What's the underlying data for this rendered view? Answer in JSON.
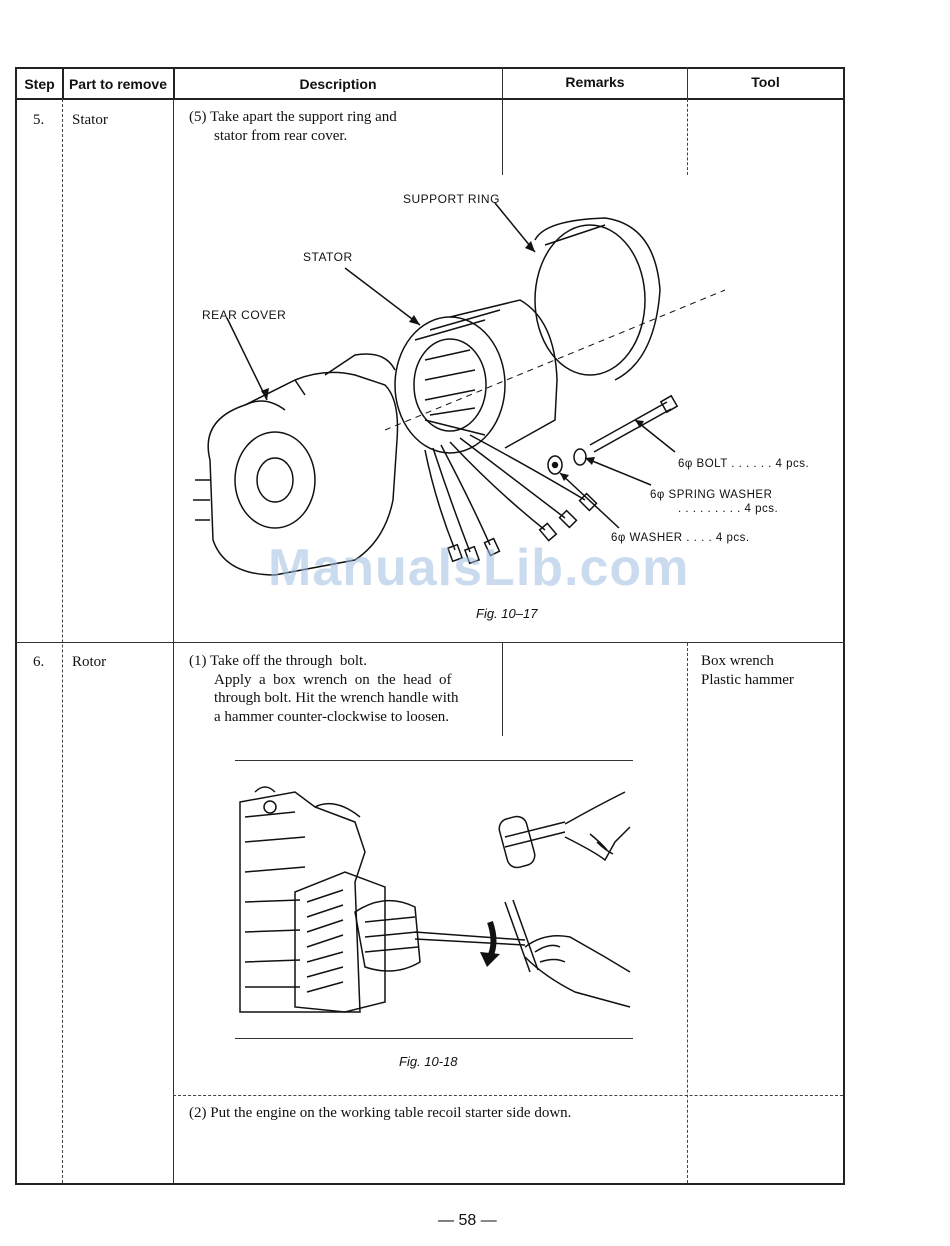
{
  "table": {
    "headers": {
      "step": "Step",
      "part": "Part to remove",
      "description": "Description",
      "remarks": "Remarks",
      "tool": "Tool"
    },
    "rows": [
      {
        "step": "5.",
        "part": "Stator",
        "description_lines": [
          "(5) Take apart the support ring and",
          "stator from rear cover."
        ],
        "tool": ""
      },
      {
        "step": "6.",
        "part": "Rotor",
        "description_lines": [
          "(1) Take off the through  bolt.",
          "Apply  a  box  wrench  on  the  head  of",
          "through bolt. Hit the wrench handle with",
          "a hammer counter-clockwise to loosen."
        ],
        "tool_lines": [
          "Box wrench",
          "Plastic hammer"
        ],
        "description2": "(2) Put the engine on the working table recoil starter side down."
      }
    ]
  },
  "figure1": {
    "caption": "Fig. 10–17",
    "labels": {
      "support_ring": "SUPPORT RING",
      "stator": "STATOR",
      "rear_cover": "REAR COVER",
      "bolt": "6φ BOLT  . . . . . . 4 pcs.",
      "spring_washer": "6φ SPRING WASHER",
      "spring_washer_qty": ". . . . . . . . . 4 pcs.",
      "washer": "6φ WASHER  . . . . 4 pcs."
    }
  },
  "figure2": {
    "caption": "Fig. 10-18"
  },
  "watermark": "ManualsLib.com",
  "page_number": "— 58 —"
}
